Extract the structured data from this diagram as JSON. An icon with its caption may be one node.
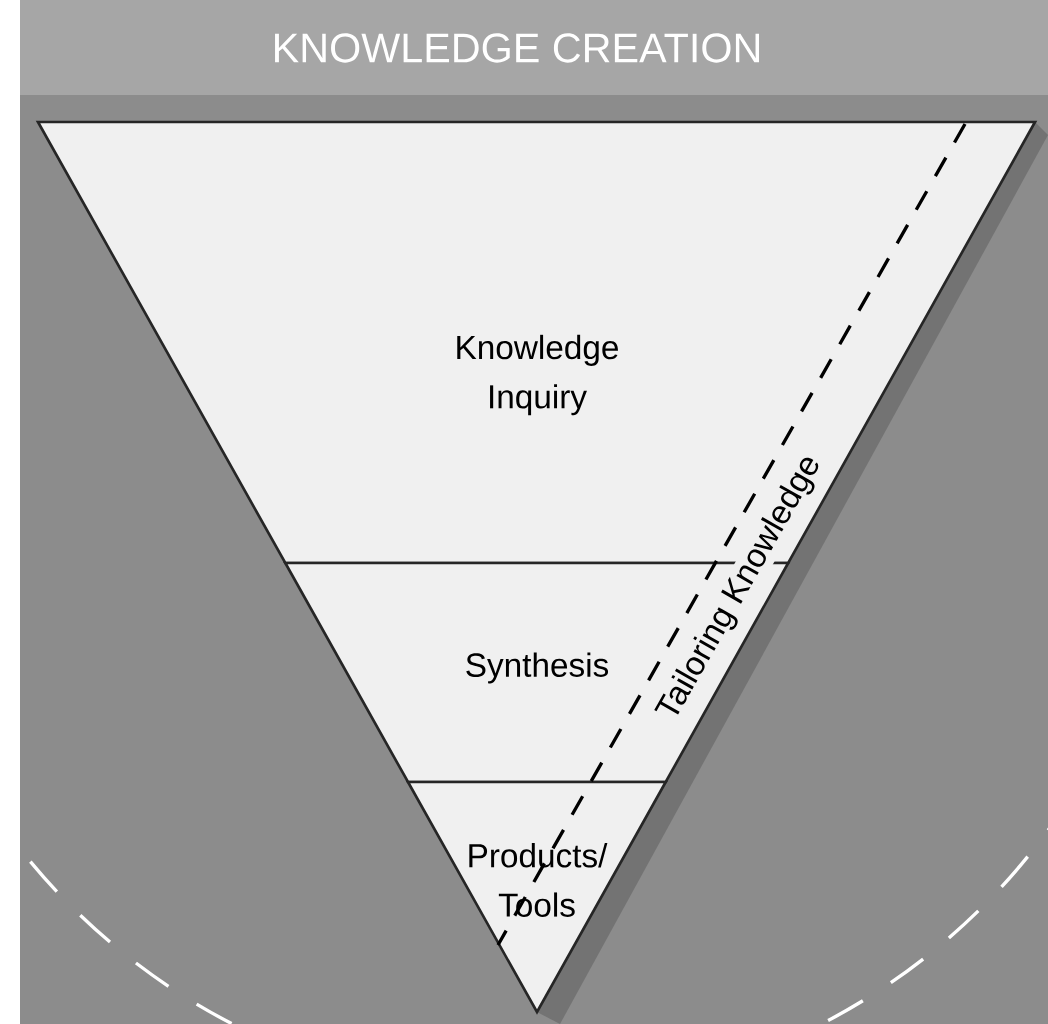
{
  "diagram": {
    "title": "KNOWLEDGE CREATION",
    "nodes": [
      {
        "text": [
          "Knowledge Inquiry"
        ]
      },
      {
        "text": [
          "Synthesis"
        ]
      },
      {
        "text": [
          "Products/ Tools"
        ]
      }
    ],
    "labels": [
      "Tailoring Knowledge"
    ]
  }
}
